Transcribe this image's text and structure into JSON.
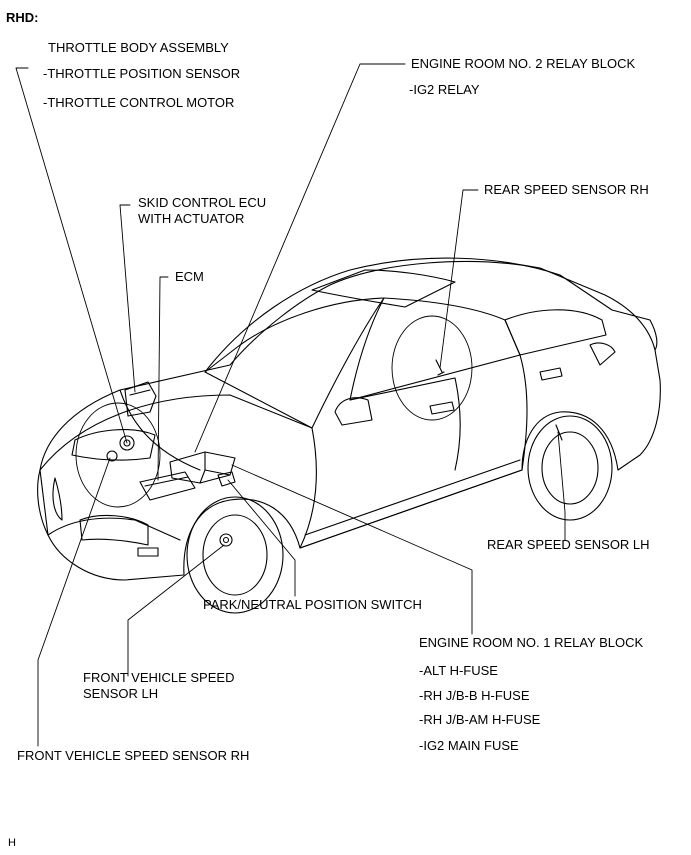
{
  "header": {
    "title": "RHD:"
  },
  "labels": {
    "throttle_body": "THROTTLE BODY ASSEMBLY",
    "throttle_position_sensor": "-THROTTLE POSITION SENSOR",
    "throttle_control_motor": "-THROTTLE CONTROL MOTOR",
    "engine_room_no2_relay_block": "ENGINE ROOM NO. 2 RELAY BLOCK",
    "ig2_relay": "-IG2 RELAY",
    "skid_control_ecu_line1": "SKID CONTROL ECU",
    "skid_control_ecu_line2": "WITH ACTUATOR",
    "ecm": "ECM",
    "rear_speed_sensor_rh": "REAR SPEED SENSOR RH",
    "rear_speed_sensor_lh": "REAR SPEED SENSOR LH",
    "park_neutral_position_switch": "PARK/NEUTRAL POSITION SWITCH",
    "engine_room_no1_relay_block": "ENGINE ROOM NO. 1 RELAY BLOCK",
    "alt_h_fuse": "-ALT H-FUSE",
    "rh_jb_b_h_fuse": "-RH J/B-B H-FUSE",
    "rh_jb_am_h_fuse": "-RH J/B-AM H-FUSE",
    "ig2_main_fuse": "-IG2 MAIN FUSE",
    "front_vehicle_speed_sensor_lh_line1": "FRONT VEHICLE SPEED",
    "front_vehicle_speed_sensor_lh_line2": "SENSOR LH",
    "front_vehicle_speed_sensor_rh": "FRONT VEHICLE SPEED SENSOR RH"
  },
  "footer": {
    "code": "H"
  }
}
